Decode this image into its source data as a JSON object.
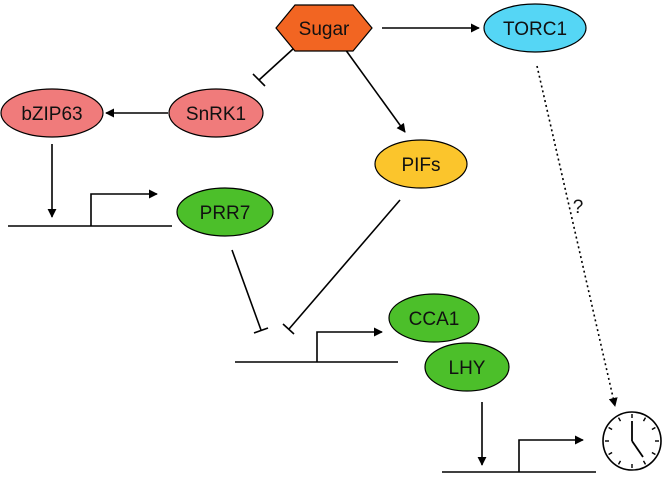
{
  "nodes": {
    "sugar": {
      "label": "Sugar",
      "color": "#f26522"
    },
    "torc1": {
      "label": "TORC1",
      "color": "#55d6f5"
    },
    "snrk1": {
      "label": "SnRK1",
      "color": "#f07b7b"
    },
    "bzip63": {
      "label": "bZIP63",
      "color": "#f07b7b"
    },
    "pifs": {
      "label": "PIFs",
      "color": "#fbc52c"
    },
    "prr7": {
      "label": "PRR7",
      "color": "#4cbf2a"
    },
    "cca1": {
      "label": "CCA1",
      "color": "#4cbf2a"
    },
    "lhy": {
      "label": "LHY",
      "color": "#4cbf2a"
    }
  },
  "annotations": {
    "unknown_link": "?"
  },
  "edges": [
    {
      "from": "sugar",
      "to": "torc1",
      "type": "activation"
    },
    {
      "from": "sugar",
      "to": "snrk1",
      "type": "inhibition"
    },
    {
      "from": "sugar",
      "to": "pifs",
      "type": "activation"
    },
    {
      "from": "snrk1",
      "to": "bzip63",
      "type": "activation"
    },
    {
      "from": "bzip63",
      "to": "prr7-gene",
      "type": "activation"
    },
    {
      "from": "prr7",
      "to": "cca1-lhy-gene",
      "type": "inhibition"
    },
    {
      "from": "pifs",
      "to": "cca1-lhy-gene",
      "type": "inhibition"
    },
    {
      "from": "lhy",
      "to": "clock-gene",
      "type": "activation"
    },
    {
      "from": "torc1",
      "to": "clock",
      "type": "unknown"
    }
  ],
  "icons": {
    "clock": "clock-icon"
  }
}
